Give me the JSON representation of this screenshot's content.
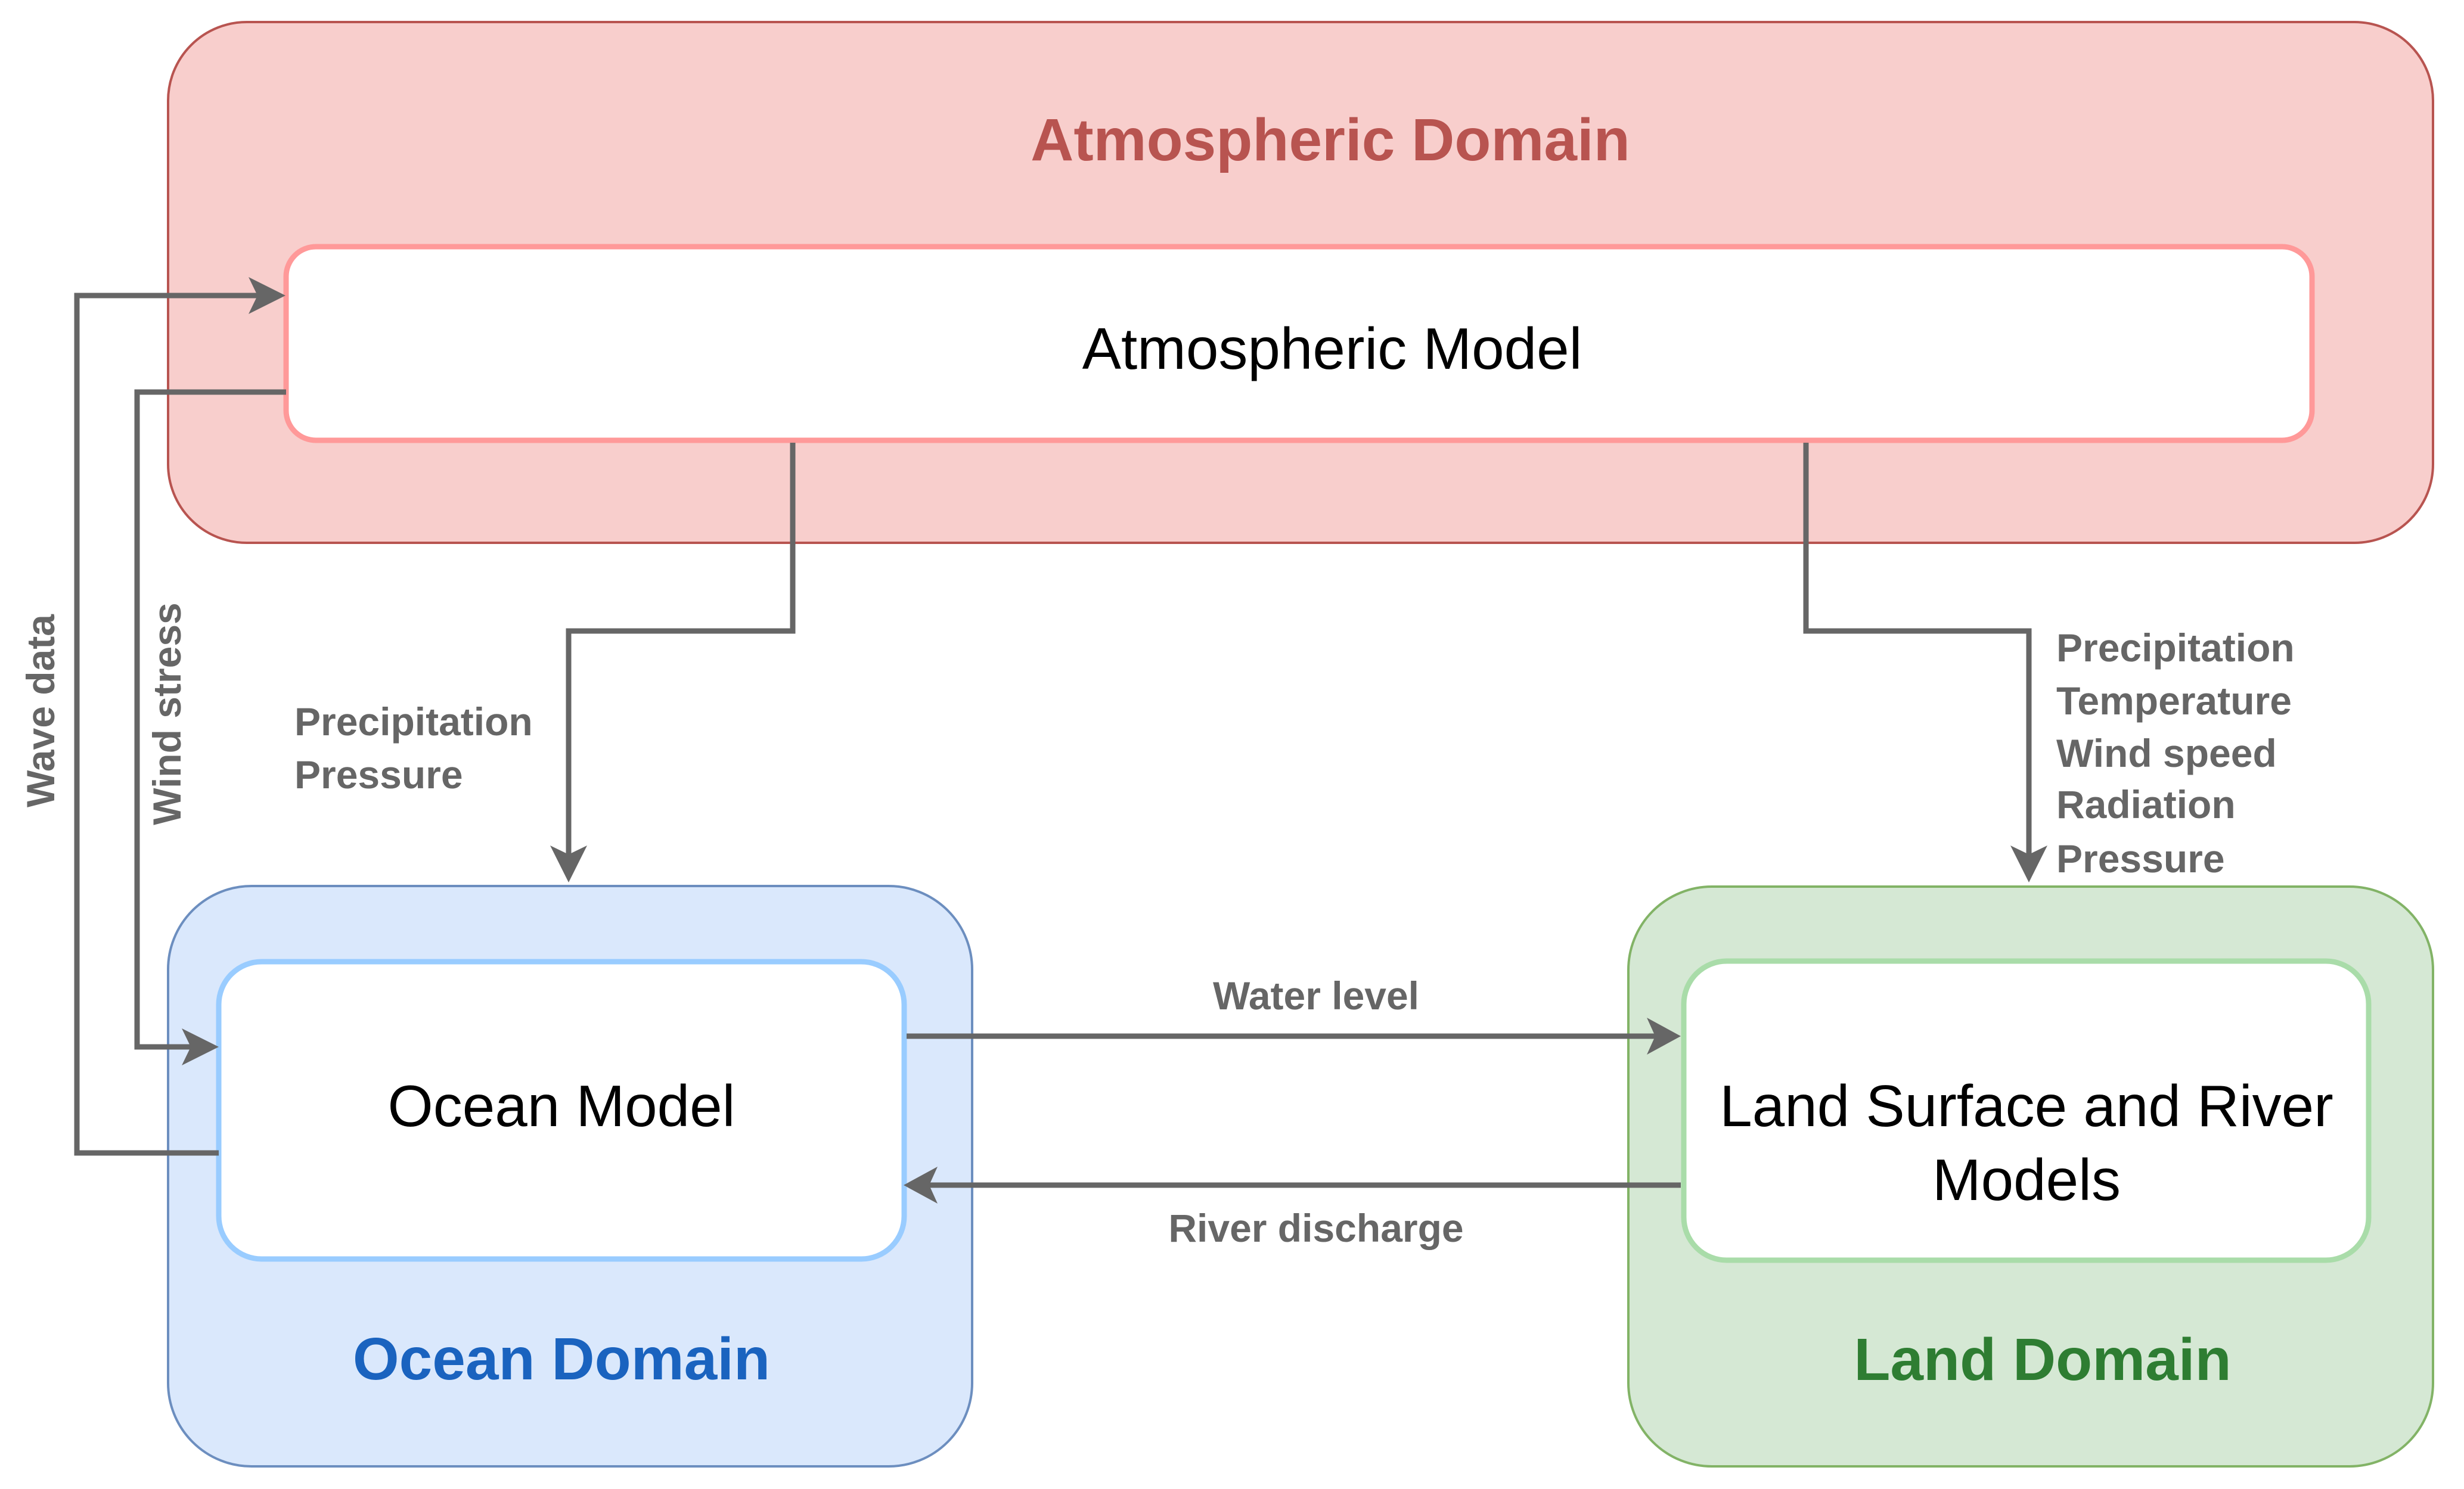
{
  "diagram": {
    "domains": {
      "atmospheric": {
        "title": "Atmospheric Domain",
        "model": "Atmospheric Model",
        "title_color": "#B85450",
        "fill": "#F8CECC",
        "stroke": "#B85450",
        "model_stroke": "#FF9999"
      },
      "ocean": {
        "title": "Ocean Domain",
        "model": "Ocean Model",
        "title_color": "#1A63BF",
        "fill": "#DAE8FC",
        "stroke": "#6C8EBF",
        "model_stroke": "#99CCFF"
      },
      "land": {
        "title": "Land Domain",
        "model_line1": "Land Surface and River",
        "model_line2": "Models",
        "title_color": "#2E7D32",
        "fill": "#D5E8D4",
        "stroke": "#82B366",
        "model_stroke": "#A9DCA9"
      }
    },
    "connector_color": "#666666",
    "flows": {
      "wave_data": {
        "label": "Wave data",
        "from": "Ocean Model",
        "to": "Atmospheric Model"
      },
      "wind_stress": {
        "label": "Wind stress",
        "from": "Atmospheric Model",
        "to": "Ocean Model"
      },
      "atm_to_ocean": {
        "from": "Atmospheric Model",
        "to": "Ocean Model",
        "labels": [
          "Precipitation",
          "Pressure"
        ]
      },
      "atm_to_land": {
        "from": "Atmospheric Model",
        "to": "Land Surface and River Models",
        "labels": [
          "Precipitation",
          "Temperature",
          "Wind speed",
          "Radiation",
          "Pressure"
        ]
      },
      "water_level": {
        "label": "Water level",
        "from": "Ocean Model",
        "to": "Land Surface and River Models"
      },
      "river_discharge": {
        "label": "River discharge",
        "from": "Land Surface and River Models",
        "to": "Ocean Model"
      }
    }
  }
}
